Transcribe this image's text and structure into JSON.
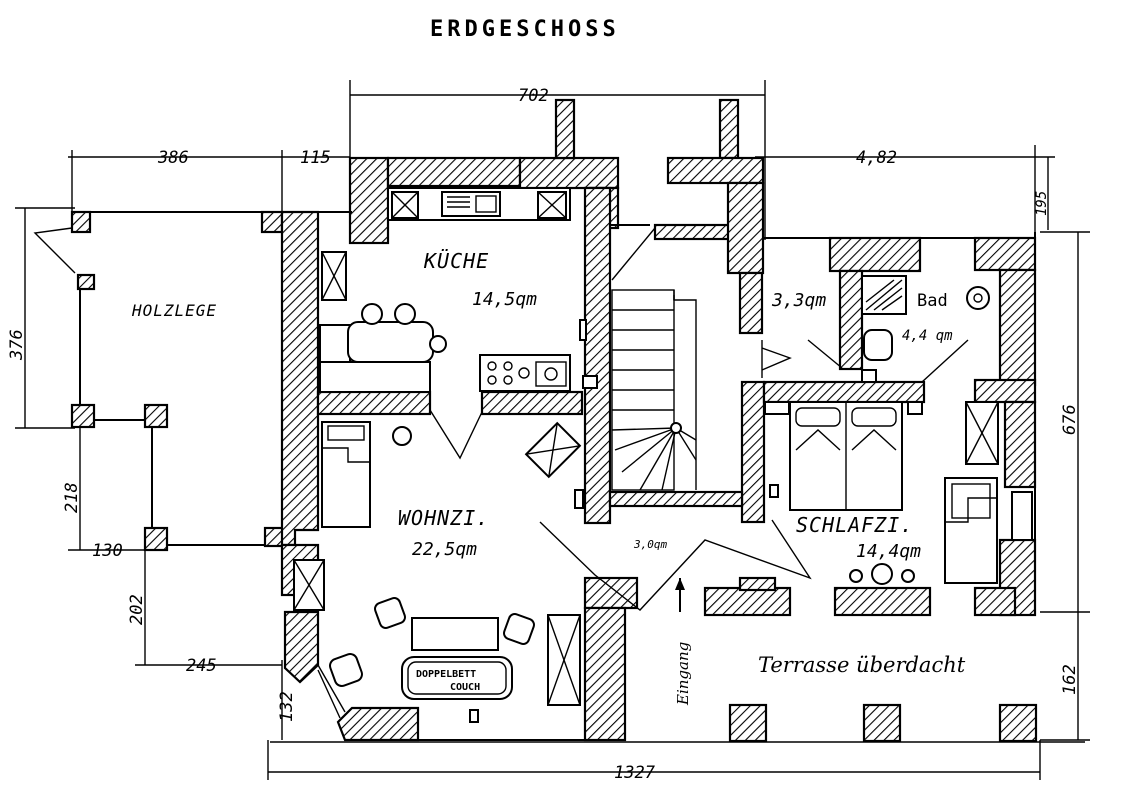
{
  "title": "ERDGESCHOSS",
  "rooms": {
    "kueche": {
      "name": "KÜCHE",
      "area": "14,5qm"
    },
    "holzlege": {
      "name": "HOLZLEGE"
    },
    "wohnzimmer": {
      "name": "WOHNZI.",
      "area": "22,5qm"
    },
    "schlafzimmer": {
      "name": "SCHLAFZI.",
      "area": "14,4qm"
    },
    "bad": {
      "name": "Bad",
      "area": "4,4 qm"
    },
    "wc": {
      "area": "3,3qm"
    },
    "flur": {
      "area": "3,0qm"
    },
    "terrasse": {
      "name": "Terrasse überdacht"
    }
  },
  "labels": {
    "entrance": "Eingang",
    "couch_line1": "DOPPELBETT",
    "couch_line2": "COUCH"
  },
  "dimensions": {
    "top_total": "702",
    "top_left": "386",
    "top_mid": "115",
    "top_right": "4,82",
    "right_top": "195",
    "right_main": "676",
    "right_bottom": "162",
    "left_main": "376",
    "left_218": "218",
    "left_130": "130",
    "left_202": "202",
    "left_245": "245",
    "left_132": "132",
    "bottom_total": "1327"
  }
}
